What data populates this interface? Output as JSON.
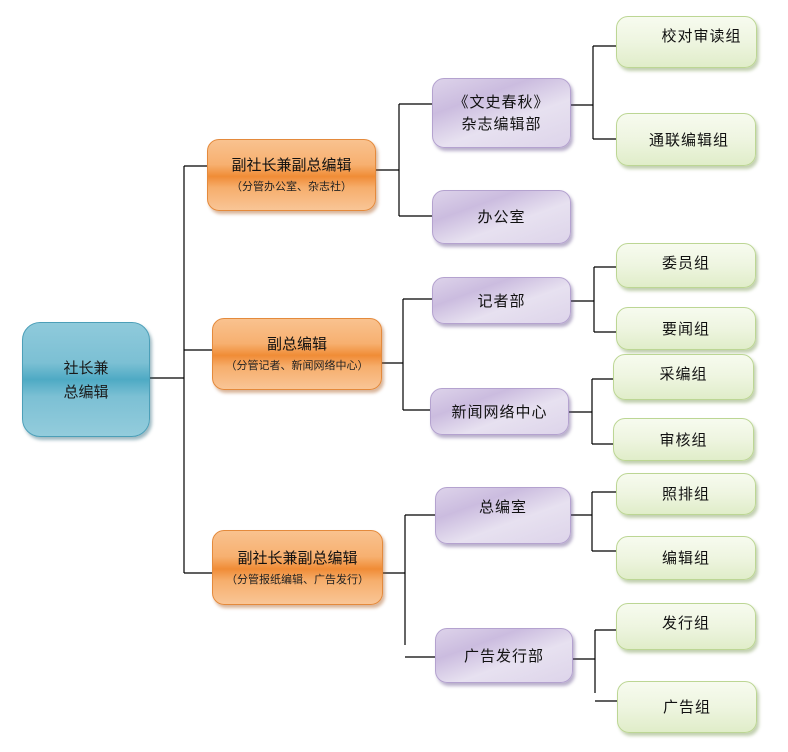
{
  "diagram": {
    "type": "org-chart",
    "root": {
      "line1": "社长兼",
      "line2": "总编辑"
    },
    "deputies": [
      {
        "title": "副社长兼副总编辑",
        "subtitle": "（分管办公室、杂志社）",
        "departments": [
          {
            "line1": "《文史春秋》",
            "line2": "杂志编辑部",
            "groups": [
              "校对审读组",
              "通联编辑组"
            ]
          },
          {
            "line1": "办公室",
            "line2": "",
            "groups": []
          }
        ]
      },
      {
        "title": "副总编辑",
        "subtitle": "（分管记者、新闻网络中心）",
        "departments": [
          {
            "line1": "记者部",
            "line2": "",
            "groups": [
              "委员组",
              "要闻组"
            ]
          },
          {
            "line1": "新闻网络中心",
            "line2": "",
            "groups": [
              "采编组",
              "审核组"
            ]
          }
        ]
      },
      {
        "title": "副社长兼副总编辑",
        "subtitle": "（分管报纸编辑、广告发行）",
        "departments": [
          {
            "line1": "总编室",
            "line2": "",
            "groups": [
              "照排组",
              "编辑组"
            ]
          },
          {
            "line1": "广告发行部",
            "line2": "",
            "groups": [
              "发行组",
              "广告组"
            ]
          }
        ]
      }
    ],
    "colors": {
      "root": "#4eaac4",
      "deputy": "#f08c36",
      "department": "#cbbcdf",
      "group": "#e0edc9",
      "connector": "#000000"
    }
  }
}
